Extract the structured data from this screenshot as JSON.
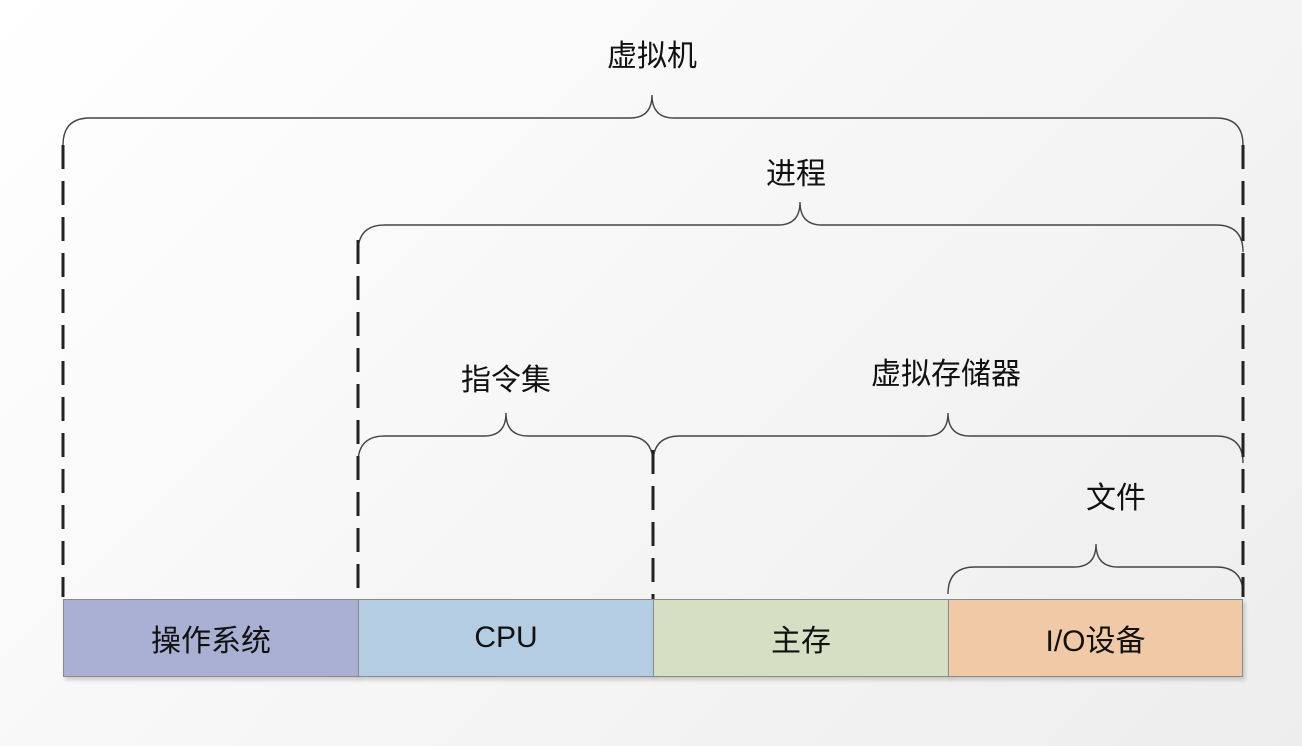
{
  "labels": {
    "vm": "虚拟机",
    "process": "进程",
    "isa": "指令集",
    "virtual_memory": "虚拟存储器",
    "files": "文件"
  },
  "boxes": [
    {
      "label": "操作系统",
      "color": "#a9b0d3"
    },
    {
      "label": "CPU",
      "color": "#b4cde2"
    },
    {
      "label": "主存",
      "color": "#d5dfc4"
    },
    {
      "label": "I/O设备",
      "color": "#f0c9a6"
    }
  ]
}
